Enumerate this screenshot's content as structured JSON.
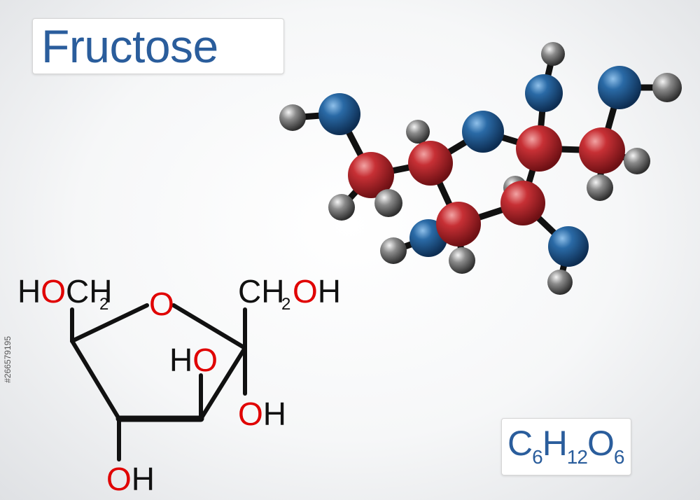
{
  "title": "Fructose",
  "formula": {
    "parts": [
      {
        "element": "C",
        "count": "6"
      },
      {
        "element": "H",
        "count": "12"
      },
      {
        "element": "O",
        "count": "6"
      }
    ]
  },
  "stock_id": "#266579195",
  "structural_formula": {
    "top_left_group": {
      "prefix": "H",
      "oxygen": "O",
      "carbon": "CH",
      "sub": "2"
    },
    "ring_oxygen": "O",
    "top_right_group": {
      "carbon": "CH",
      "sub": "2",
      "oxygen": "O",
      "hydrogen": "H"
    },
    "inner_hydroxyl": {
      "hydrogen": "H",
      "oxygen": "O"
    },
    "right_hydroxyl": {
      "oxygen": "O",
      "hydrogen": "H"
    },
    "bottom_hydroxyl": {
      "oxygen": "O",
      "hydrogen": "H"
    }
  },
  "colors": {
    "title_text": "#2a5d9c",
    "oxygen_label": "#e00000",
    "bond_line": "#111111",
    "carbon_atom": "#b2262a",
    "oxygen_atom": "#1f5f9a",
    "hydrogen_atom": "#6e6e6e"
  }
}
